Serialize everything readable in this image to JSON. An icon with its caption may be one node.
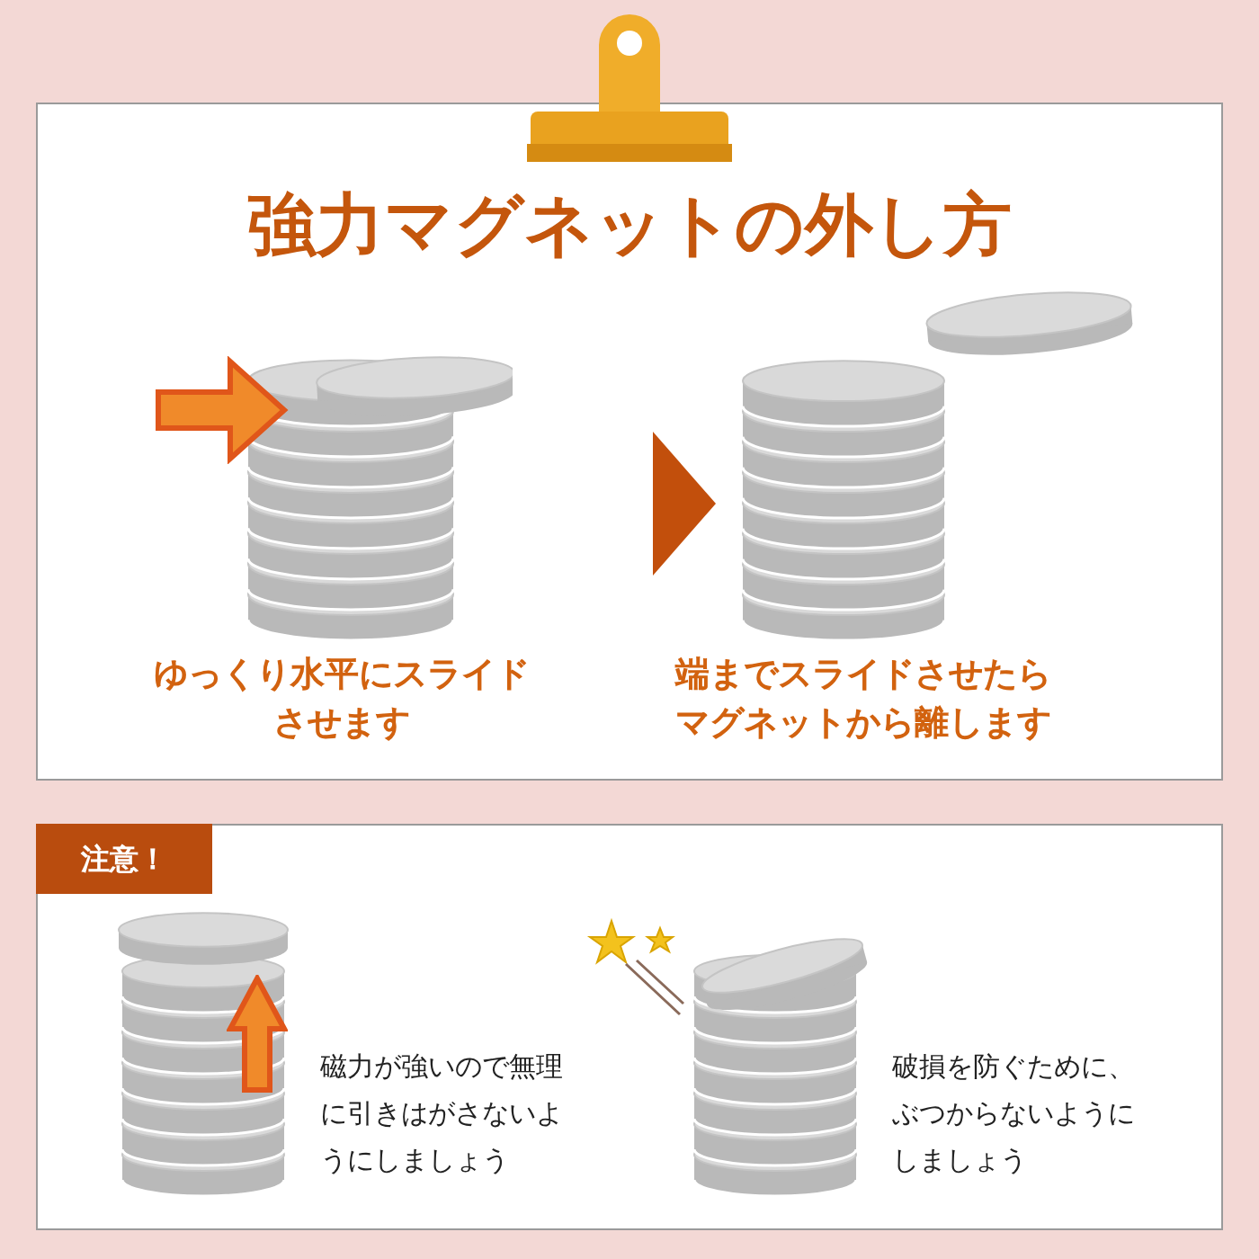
{
  "diagram": {
    "title": "強力マグネットの外し方",
    "nodes": [
      {
        "text": [],
        "shape": "picture",
        "beside": [
          "ゆっくり水平にスライドさせます"
        ]
      },
      {
        "text": [],
        "shape": "picture",
        "beside": [
          "端までスライドさせたらマグネットから離します"
        ]
      },
      {
        "text": [
          "注意！"
        ]
      },
      {
        "text": [],
        "shape": "picture",
        "beside": [
          "磁力が強いので無理に引きはがさないようにしましょう"
        ]
      },
      {
        "text": [],
        "shape": "picture",
        "beside": [
          "破損を防ぐために、ぶつからないようにしましょう"
        ]
      }
    ],
    "edges": [
      {
        "from": 0,
        "to": 1,
        "arrow": "to"
      }
    ]
  }
}
